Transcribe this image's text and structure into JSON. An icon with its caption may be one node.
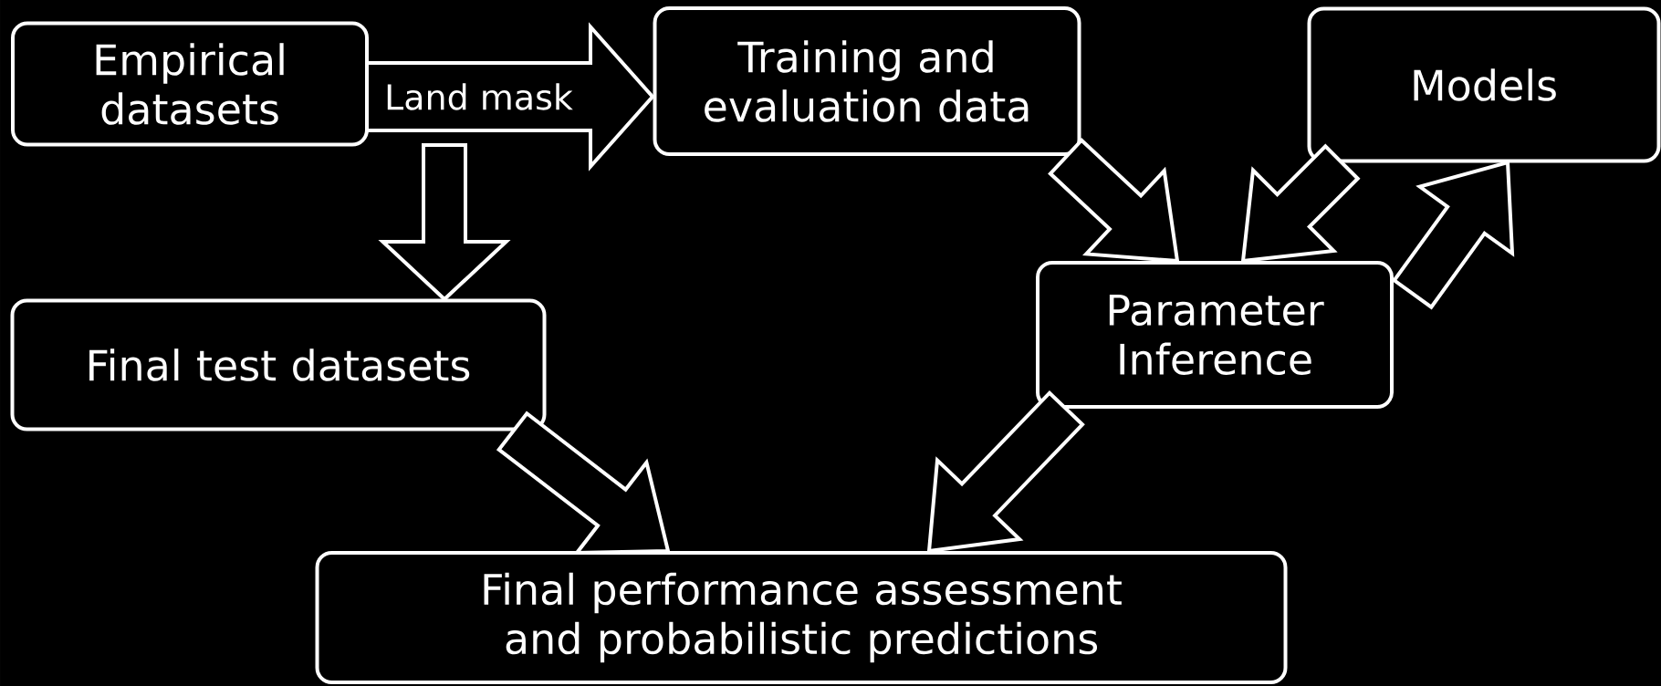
{
  "diagram": {
    "nodes": [
      {
        "text": [
          "Empirical datasets"
        ]
      },
      {
        "text": [
          "Training and evaluation data"
        ]
      },
      {
        "text": [
          "Models"
        ]
      },
      {
        "text": [
          "Final test datasets"
        ]
      },
      {
        "text": [
          "Parameter Inference"
        ]
      },
      {
        "text": [
          "Final performance assessment and probabilistic predictions"
        ]
      }
    ],
    "edges": [
      {
        "from": 0,
        "to": 1,
        "arrow": "to",
        "label": "Land mask"
      },
      {
        "from": 0,
        "to": 3,
        "arrow": "to"
      },
      {
        "from": 1,
        "to": 4,
        "arrow": "to"
      },
      {
        "from": 2,
        "to": 4,
        "arrow": "to"
      },
      {
        "from": 4,
        "to": 2,
        "arrow": "to"
      },
      {
        "from": 3,
        "to": 5,
        "arrow": "to"
      },
      {
        "from": 4,
        "to": 5,
        "arrow": "to"
      }
    ]
  }
}
